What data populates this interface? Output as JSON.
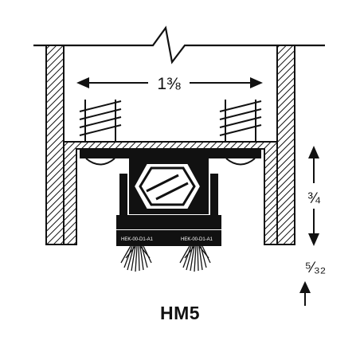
{
  "dimensions": {
    "width": "1⅜",
    "height": "¾",
    "clearance": "⁵⁄₃₂"
  },
  "brush_label": "HEK-00-D1-A1",
  "model": "HM5"
}
